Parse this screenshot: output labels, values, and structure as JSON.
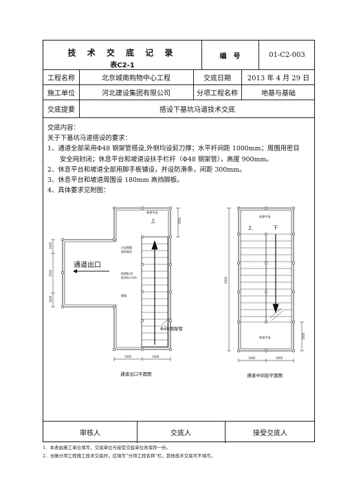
{
  "header": {
    "title": "技 术 交 底 记 录",
    "form_code": "表C2-1",
    "number_label": "编　号",
    "number_value": "01-C2-003"
  },
  "info": {
    "project_name_label": "工程名称",
    "project_name": "北京城南购物中心工程",
    "date_label": "交底日期",
    "date": "2013 年 4 月 29 日",
    "contractor_label": "施工单位",
    "contractor": "河北建设集团有限公司",
    "subproject_label": "分项工程名称",
    "subproject": "地基与基础",
    "summary_label": "交底提要",
    "summary": "搭设下基坑马道技术交底"
  },
  "content": {
    "heading": "交底内容：",
    "intro": "关于下基坑马道搭设的要求：",
    "item1_line1": "1、通道全部采用Φ48 钢架管搭设,外侧均设剪刀撑；水平杆间距 1000mm；周围用密目",
    "item1_line2": "安全网封闭；休息平台和坡道设扶手栏杆（Φ48 钢架管），高度 900mm。",
    "item2": "2、休息平台和坡道全部用脚手板铺设，并设防滑条，间距 300mm。",
    "item3": "3、休息平台和坡道周围设 180mm 高挡脚板。",
    "item4": "4、具体要求见附图："
  },
  "drawing_left": {
    "caption": "通道出口平面图",
    "exit_label": "通道出口",
    "platform_label": "休息平台",
    "up_label": "上",
    "note_fence": "与自然路",
    "note_fence2": "面同高设",
    "note_slip1": "防滑条,间",
    "note_slip2": "距300×150",
    "note_ramp": "坡道",
    "pipe_label": "Φ48钢架管",
    "dim_right_top": "1500",
    "dim_left_a": "1000",
    "dim_left_b": "2500",
    "dim_left_c": "1000",
    "dim_bottom_a": "1000",
    "dim_bottom_b": "1000"
  },
  "drawing_right": {
    "caption": "通道中间层平面图",
    "platform_top_label": "休息平台",
    "up_label": "上",
    "down_label": "下",
    "platform_bottom_label": "休息平台",
    "dim_left": "5000",
    "dim_right": "1000",
    "dim_bottom_a": "1000",
    "dim_bottom_b": "1000"
  },
  "signatures": {
    "reviewer_label": "审核人",
    "presenter_label": "交底人",
    "receiver_label": "接受交底人"
  },
  "footnotes": {
    "note1": "1．本表由施工单位填写，交底单位与接受交底单位各保存一份。",
    "note2": "2．当做分项工程施工技术交底时，应填写“分项工程名称”栏，其他技术交底可不填写。"
  }
}
